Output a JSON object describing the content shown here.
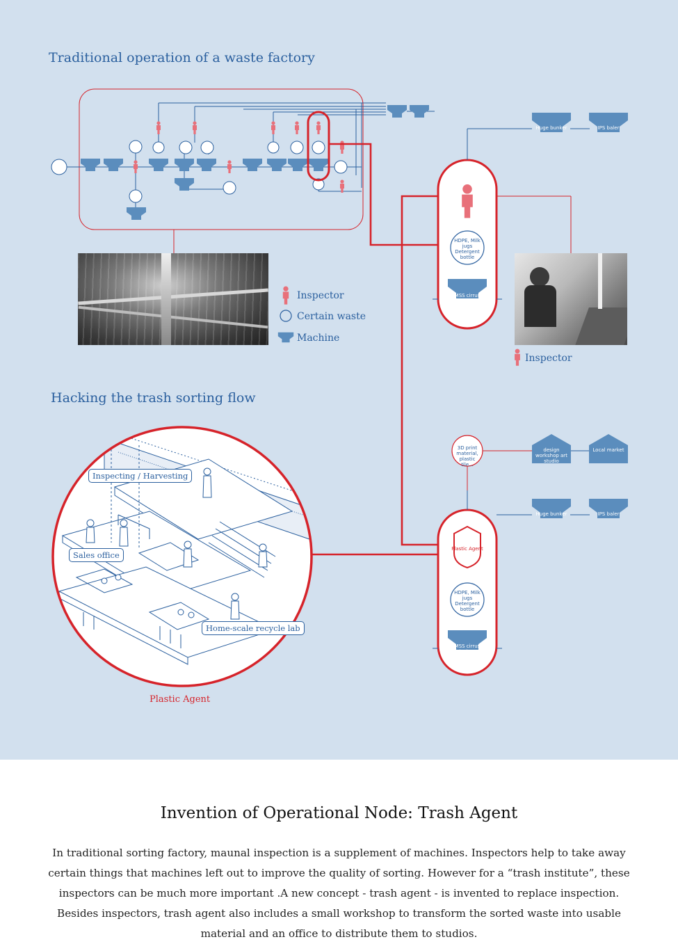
{
  "diagram": {
    "heading_traditional": "Traditional operation of a waste factory",
    "heading_hacking": "Hacking the trash sorting flow",
    "legend": {
      "inspector": "Inspector",
      "certain_waste": "Certain waste",
      "machine": "Machine"
    },
    "photo_inspector_label": "Inspector",
    "top_node": {
      "waste_label": "HDPE, Milk jugs Detergent bottle",
      "machine_label": "MSS cirrus optical sorter",
      "bunker_label": "Huge bunker",
      "baler_label": "IPS baler"
    },
    "bottom_node": {
      "agent_label": "Plastic Agent",
      "waste_label": "HDPE, Milk jugs Detergent bottle",
      "machine_label": "MSS cirrus optical sorter",
      "bunker_label": "Huge bunker",
      "baler_label": "IPS baler",
      "product_label": "3D print material, plastic tile...",
      "workshop_label": "design workshop art studio",
      "market_label": "Local market"
    },
    "circle_callouts": {
      "inspecting": "Inspecting / Harvesting",
      "sales": "Sales office",
      "lab": "Home-scale recycle lab"
    },
    "circle_caption": "Plastic Agent"
  },
  "footer": {
    "title": "Invention of Operational Node: Trash Agent",
    "body": "In traditional sorting factory, maunal inspection is a supplement of machines. Inspectors help to take away certain things that machines left out to improve the quality of sorting. However for a “trash institute”, these inspectors can be much more important .A new concept - trash agent - is invented to replace inspection. Besides inspectors, trash agent also includes a small workshop to transform the sorted waste into usable material and an office to distribute them to studios."
  },
  "colors": {
    "panel": "#d2e0ee",
    "blue": "#2a5f9e",
    "machine_blue": "#5b8dbd",
    "red": "#d6232a",
    "inspector_pink": "#e8707a"
  }
}
